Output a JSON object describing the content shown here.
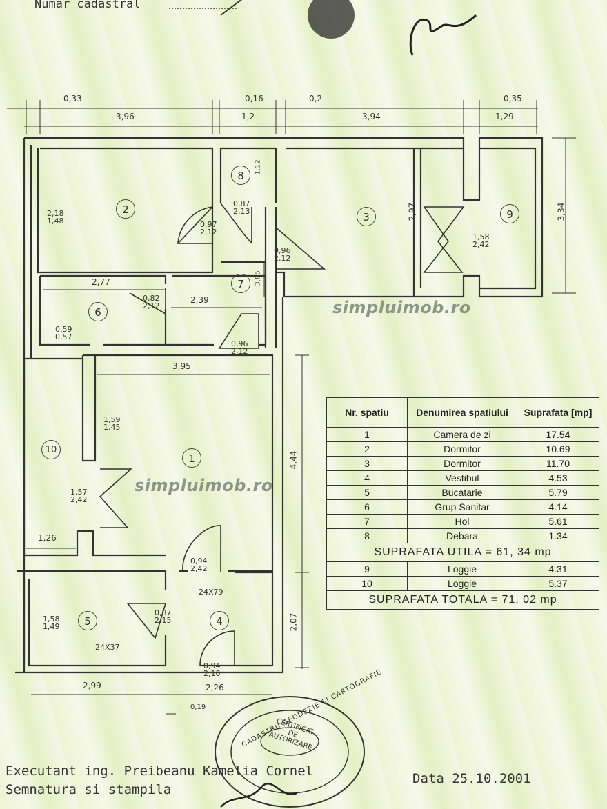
{
  "header": {
    "cadastral_label": "Numar cadastral"
  },
  "watermark": {
    "text_top": "simpluimob.ro",
    "text_mid": "simpluimob.ro"
  },
  "dimensions": {
    "top_row1": [
      "0,33",
      "0,16",
      "0,2",
      "0,35"
    ],
    "top_row2": [
      "3,96",
      "1,2",
      "3,94",
      "1,29"
    ],
    "right_vertical": [
      "2,97",
      "3,34"
    ],
    "interior": [
      "2,77",
      "2,39",
      "3,95",
      "1,26",
      "4,44",
      "2,07",
      "3,85",
      "1,12"
    ],
    "bottom": [
      "2,99",
      "2,26",
      "0,19"
    ],
    "box_labels": [
      "24X79",
      "24X37"
    ]
  },
  "rooms": {
    "r1": "1",
    "r2": "2",
    "r3": "3",
    "r4": "4",
    "r5": "5",
    "r6": "6",
    "r7": "7",
    "r8": "8",
    "r9": "9",
    "r10": "10"
  },
  "openings": {
    "w2": [
      "2,18",
      "1,48"
    ],
    "d8": [
      "0,87",
      "2,13"
    ],
    "d2": [
      "0,97",
      "2,12"
    ],
    "d3": [
      "0,96",
      "2,12"
    ],
    "w9": [
      "1,58",
      "2,42"
    ],
    "d6": [
      "0,82",
      "2,12"
    ],
    "w6": [
      "0,59",
      "0,57"
    ],
    "d7": [
      "0,96",
      "2,12"
    ],
    "w1": [
      "1,59",
      "1,45"
    ],
    "w10": [
      "1,57",
      "2,42"
    ],
    "d4": [
      "0,94",
      "2,42"
    ],
    "w5": [
      "1,58",
      "1,49"
    ],
    "d5": [
      "0,87",
      "2,15"
    ],
    "d4b": [
      "0,94",
      "2,10"
    ]
  },
  "table": {
    "headers": [
      "Nr. spatiu",
      "Denumirea spatiului",
      "Suprafata [mp]"
    ],
    "rows": [
      [
        "1",
        "Camera de zi",
        "17.54"
      ],
      [
        "2",
        "Dormitor",
        "10.69"
      ],
      [
        "3",
        "Dormitor",
        "11.70"
      ],
      [
        "4",
        "Vestibul",
        "4.53"
      ],
      [
        "5",
        "Bucatarie",
        "5.79"
      ],
      [
        "6",
        "Grup Sanitar",
        "4.14"
      ],
      [
        "7",
        "Hol",
        "5.61"
      ],
      [
        "8",
        "Debara",
        "1.34"
      ]
    ],
    "utila": "SUPRAFATA UTILA = 61, 34 mp",
    "loggias": [
      [
        "9",
        "Loggie",
        "4.31"
      ],
      [
        "10",
        "Loggie",
        "5.37"
      ]
    ],
    "totala": "SUPRAFATA TOTALA = 71, 02 mp"
  },
  "footer": {
    "executant": "Executant   ing. Preibeanu Kamelia Cornel",
    "semnatura": "Semnatura si stampila",
    "data": "Data  25.10.2001"
  },
  "stamp": {
    "ring_text": "CADASTRU GEODEZIE SI CARTOGRAFIE",
    "center": [
      "CERTIFICAT",
      "DE",
      "AUTORIZARE"
    ]
  },
  "colors": {
    "ink": "#333333",
    "background": "#eef3d2"
  }
}
